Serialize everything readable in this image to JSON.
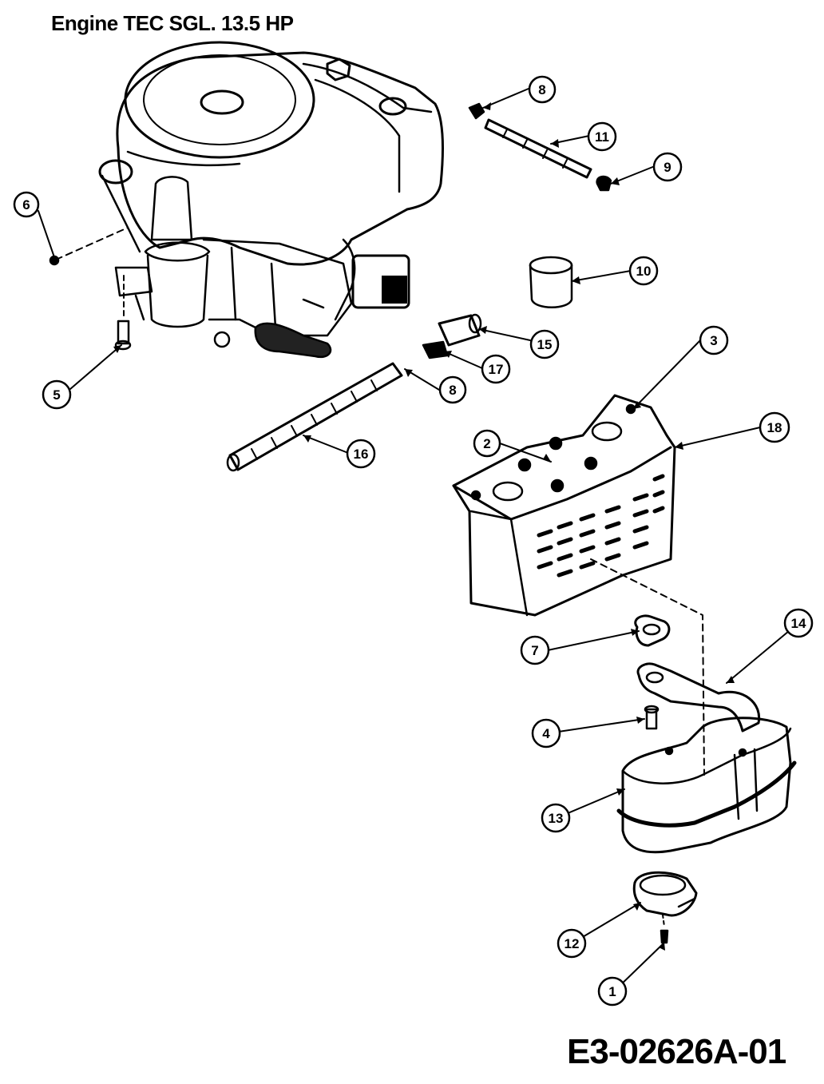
{
  "title": "Engine TEC SGL. 13.5 HP",
  "document_number": "E3-02626A-01",
  "callouts": [
    {
      "id": "1",
      "label": "1"
    },
    {
      "id": "2",
      "label": "2"
    },
    {
      "id": "3",
      "label": "3"
    },
    {
      "id": "4",
      "label": "4"
    },
    {
      "id": "5",
      "label": "5"
    },
    {
      "id": "6",
      "label": "6"
    },
    {
      "id": "7",
      "label": "7"
    },
    {
      "id": "8a",
      "label": "8"
    },
    {
      "id": "8b",
      "label": "8"
    },
    {
      "id": "9",
      "label": "9"
    },
    {
      "id": "10",
      "label": "10"
    },
    {
      "id": "11",
      "label": "11"
    },
    {
      "id": "12",
      "label": "12"
    },
    {
      "id": "13",
      "label": "13"
    },
    {
      "id": "14",
      "label": "14"
    },
    {
      "id": "15",
      "label": "15"
    },
    {
      "id": "16",
      "label": "16"
    },
    {
      "id": "17",
      "label": "17"
    },
    {
      "id": "18",
      "label": "18"
    }
  ]
}
